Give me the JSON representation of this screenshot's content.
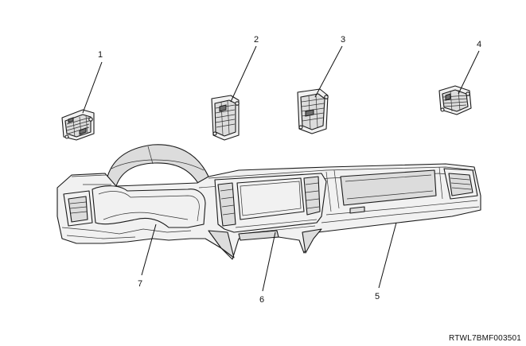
{
  "callouts": [
    {
      "number": "1",
      "part": "vent-1"
    },
    {
      "number": "2",
      "part": "vent-2"
    },
    {
      "number": "3",
      "part": "vent-3"
    },
    {
      "number": "4",
      "part": "vent-4"
    },
    {
      "number": "5",
      "part": "dashboard-panel"
    },
    {
      "number": "6",
      "part": "center-panel"
    },
    {
      "number": "7",
      "part": "cluster-hood"
    }
  ],
  "figure_id": "RTWL7BMF003501"
}
